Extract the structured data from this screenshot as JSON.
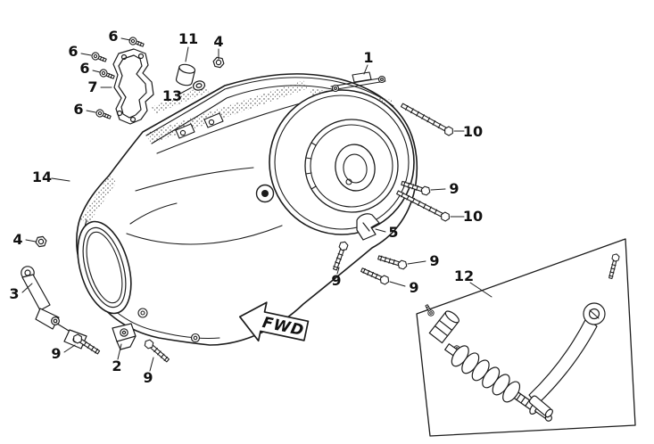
{
  "diagram": {
    "fwd_label": "FWD",
    "colors": {
      "line": "#1c1c1c",
      "background": "#ffffff",
      "text": "#111111"
    },
    "callouts": [
      {
        "label": "6"
      },
      {
        "label": "11"
      },
      {
        "label": "4"
      },
      {
        "label": "6"
      },
      {
        "label": "6"
      },
      {
        "label": "7"
      },
      {
        "label": "13"
      },
      {
        "label": "6"
      },
      {
        "label": "1"
      },
      {
        "label": "10"
      },
      {
        "label": "14"
      },
      {
        "label": "9"
      },
      {
        "label": "10"
      },
      {
        "label": "4"
      },
      {
        "label": "5"
      },
      {
        "label": "9"
      },
      {
        "label": "3"
      },
      {
        "label": "9"
      },
      {
        "label": "9"
      },
      {
        "label": "12"
      },
      {
        "label": "9"
      },
      {
        "label": "2"
      },
      {
        "label": "9"
      }
    ]
  }
}
